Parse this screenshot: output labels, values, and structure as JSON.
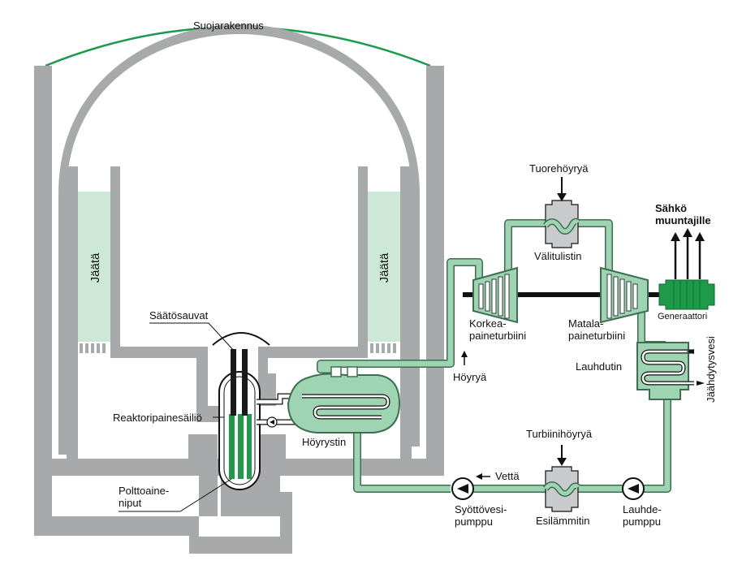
{
  "labels": {
    "containment": "Suojarakennus",
    "ice_left": "Jäätä",
    "ice_right": "Jäätä",
    "control_rods": "Säätösauvat",
    "reactor_vessel": "Reaktoripainesäiliö",
    "fuel_line1": "Polttoaine-",
    "fuel_line2": "niput",
    "steam_generator": "Höyrystin",
    "steam": "Höyryä",
    "fresh_steam": "Tuorehöyryä",
    "reheater": "Välitulistin",
    "hp_turbine_line1": "Korkea-",
    "hp_turbine_line2": "paineturbiini",
    "lp_turbine_line1": "Matala-",
    "lp_turbine_line2": "paineturbiini",
    "electricity_line1": "Sähkö",
    "electricity_line2": "muuntajille",
    "generator": "Generaattori",
    "condenser": "Lauhdutin",
    "cooling_water": "Jäähdytysvesi",
    "turbine_steam": "Turbiinihöyryä",
    "water": "Vettä",
    "feedwater_pump_line1": "Syöttövesi-",
    "feedwater_pump_line2": "pumppu",
    "preheater": "Esilämmitin",
    "condensate_pump_line1": "Lauhde-",
    "condensate_pump_line2": "pumppu"
  },
  "colors": {
    "concrete": "#a7a9ab",
    "ice": "#cde8d6",
    "pipe": "#9ed4b2",
    "pipe_stroke": "#3d6e52",
    "dome_line": "#1a9a4a",
    "generator": "#1e9a4a",
    "fuel_green": "#1e9a4a",
    "rod_black": "#1a1a1a"
  }
}
